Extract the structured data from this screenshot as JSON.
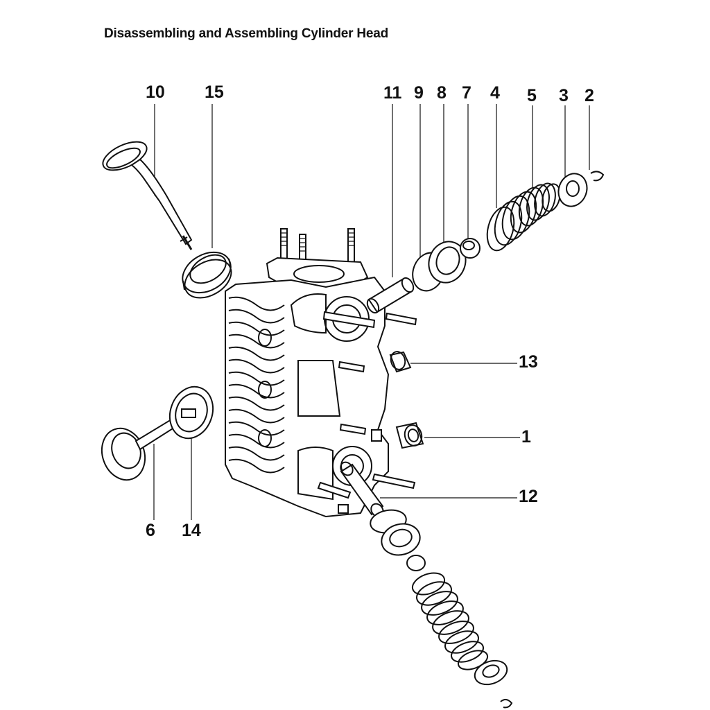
{
  "title": "Disassembling and Assembling Cylinder Head",
  "callouts": {
    "c1": "1",
    "c2": "2",
    "c3": "3",
    "c4": "4",
    "c5": "5",
    "c6": "6",
    "c7": "7",
    "c8": "8",
    "c9": "9",
    "c10": "10",
    "c11": "11",
    "c12": "12",
    "c13": "13",
    "c14": "14",
    "c15": "15"
  }
}
